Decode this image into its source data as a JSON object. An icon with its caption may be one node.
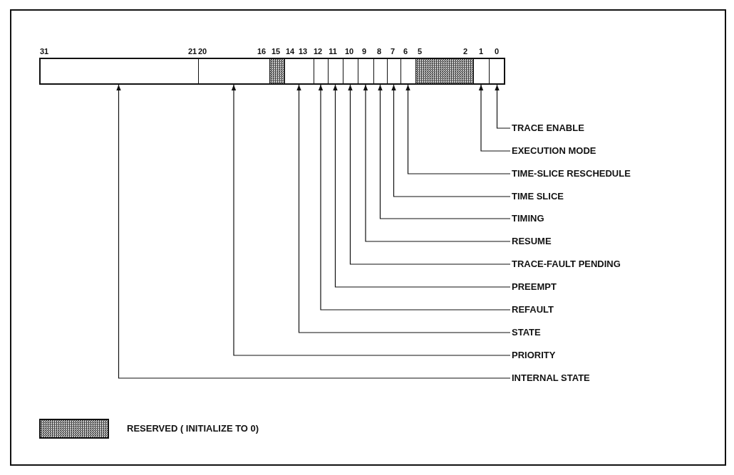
{
  "diagram": {
    "nodes": [
      {
        "text": [],
        "shape": "box"
      },
      {
        "text": [],
        "shape": "box"
      },
      {
        "text": [],
        "shape": "box"
      },
      {
        "text": [],
        "shape": "box"
      },
      {
        "text": [],
        "shape": "box"
      },
      {
        "text": [],
        "shape": "box"
      },
      {
        "text": [],
        "shape": "box"
      },
      {
        "text": [],
        "shape": "box"
      },
      {
        "text": [],
        "shape": "box"
      },
      {
        "text": [],
        "shape": "box"
      },
      {
        "text": [],
        "shape": "box"
      },
      {
        "text": [],
        "shape": "box"
      },
      {
        "text": [],
        "shape": "box"
      },
      {
        "text": [],
        "shape": "box"
      },
      {
        "text": [
          "TRACE ENABLE"
        ]
      },
      {
        "text": [
          "EXECUTION MODE"
        ]
      },
      {
        "text": [
          "TIME-SLICE RESCHEDULE"
        ]
      },
      {
        "text": [
          "TIME SLICE"
        ]
      },
      {
        "text": [
          "TIMING"
        ]
      },
      {
        "text": [
          "RESUME"
        ]
      },
      {
        "text": [
          "TRACE-FAULT PENDING"
        ]
      },
      {
        "text": [
          "PREEMPT"
        ]
      },
      {
        "text": [
          "REFAULT"
        ]
      },
      {
        "text": [
          "STATE"
        ]
      },
      {
        "text": [
          "PRIORITY"
        ]
      },
      {
        "text": [
          "INTERNAL STATE"
        ]
      }
    ],
    "edges": [
      {
        "from": 14,
        "to": 13,
        "arrow": "to"
      },
      {
        "from": 15,
        "to": 12,
        "arrow": "to"
      },
      {
        "from": 16,
        "to": 10,
        "arrow": "to"
      },
      {
        "from": 17,
        "to": 9,
        "arrow": "to"
      },
      {
        "from": 18,
        "to": 8,
        "arrow": "to"
      },
      {
        "from": 19,
        "to": 7,
        "arrow": "to"
      },
      {
        "from": 20,
        "to": 6,
        "arrow": "to"
      },
      {
        "from": 21,
        "to": 5,
        "arrow": "to"
      },
      {
        "from": 22,
        "to": 4,
        "arrow": "to"
      },
      {
        "from": 23,
        "to": 3,
        "arrow": "to"
      },
      {
        "from": 24,
        "to": 1,
        "arrow": "to"
      },
      {
        "from": 25,
        "to": 0,
        "arrow": "to"
      }
    ],
    "labels": [
      "31",
      "21",
      "20",
      "16",
      "15",
      "14",
      "13",
      "12",
      "11",
      "10",
      "9",
      "8",
      "7",
      "6",
      "5",
      "2",
      "1",
      "0"
    ],
    "legend": [
      {
        "text": "RESERVED ( INITIALIZE TO 0)"
      }
    ]
  }
}
